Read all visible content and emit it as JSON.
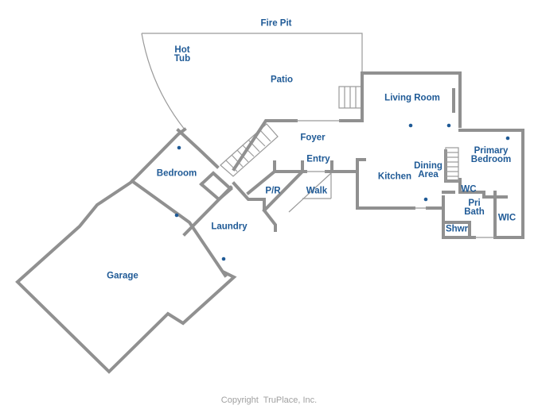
{
  "rooms": [
    {
      "id": "fire-pit",
      "label": "Fire Pit"
    },
    {
      "id": "hot-tub",
      "label": "Hot\nTub"
    },
    {
      "id": "patio",
      "label": "Patio"
    },
    {
      "id": "living-room",
      "label": "Living Room"
    },
    {
      "id": "foyer",
      "label": "Foyer"
    },
    {
      "id": "primary-bedroom",
      "label": "Primary\nBedroom"
    },
    {
      "id": "dining-area",
      "label": "Dining\nArea"
    },
    {
      "id": "entry",
      "label": "Entry"
    },
    {
      "id": "kitchen",
      "label": "Kitchen"
    },
    {
      "id": "bedroom",
      "label": "Bedroom"
    },
    {
      "id": "pr",
      "label": "P/R"
    },
    {
      "id": "walk",
      "label": "Walk"
    },
    {
      "id": "wc",
      "label": "WC"
    },
    {
      "id": "pri-bath",
      "label": "Pri\nBath"
    },
    {
      "id": "wic",
      "label": "WIC"
    },
    {
      "id": "laundry",
      "label": "Laundry"
    },
    {
      "id": "shwr",
      "label": "Shwr"
    },
    {
      "id": "garage",
      "label": "Garage"
    }
  ],
  "copyright": "Copyright  TruPlace, Inc.",
  "colors": {
    "wall": "#909090",
    "label": "#1f5a96",
    "marker": "#1f5a96",
    "copyright": "#a0a0a0"
  }
}
